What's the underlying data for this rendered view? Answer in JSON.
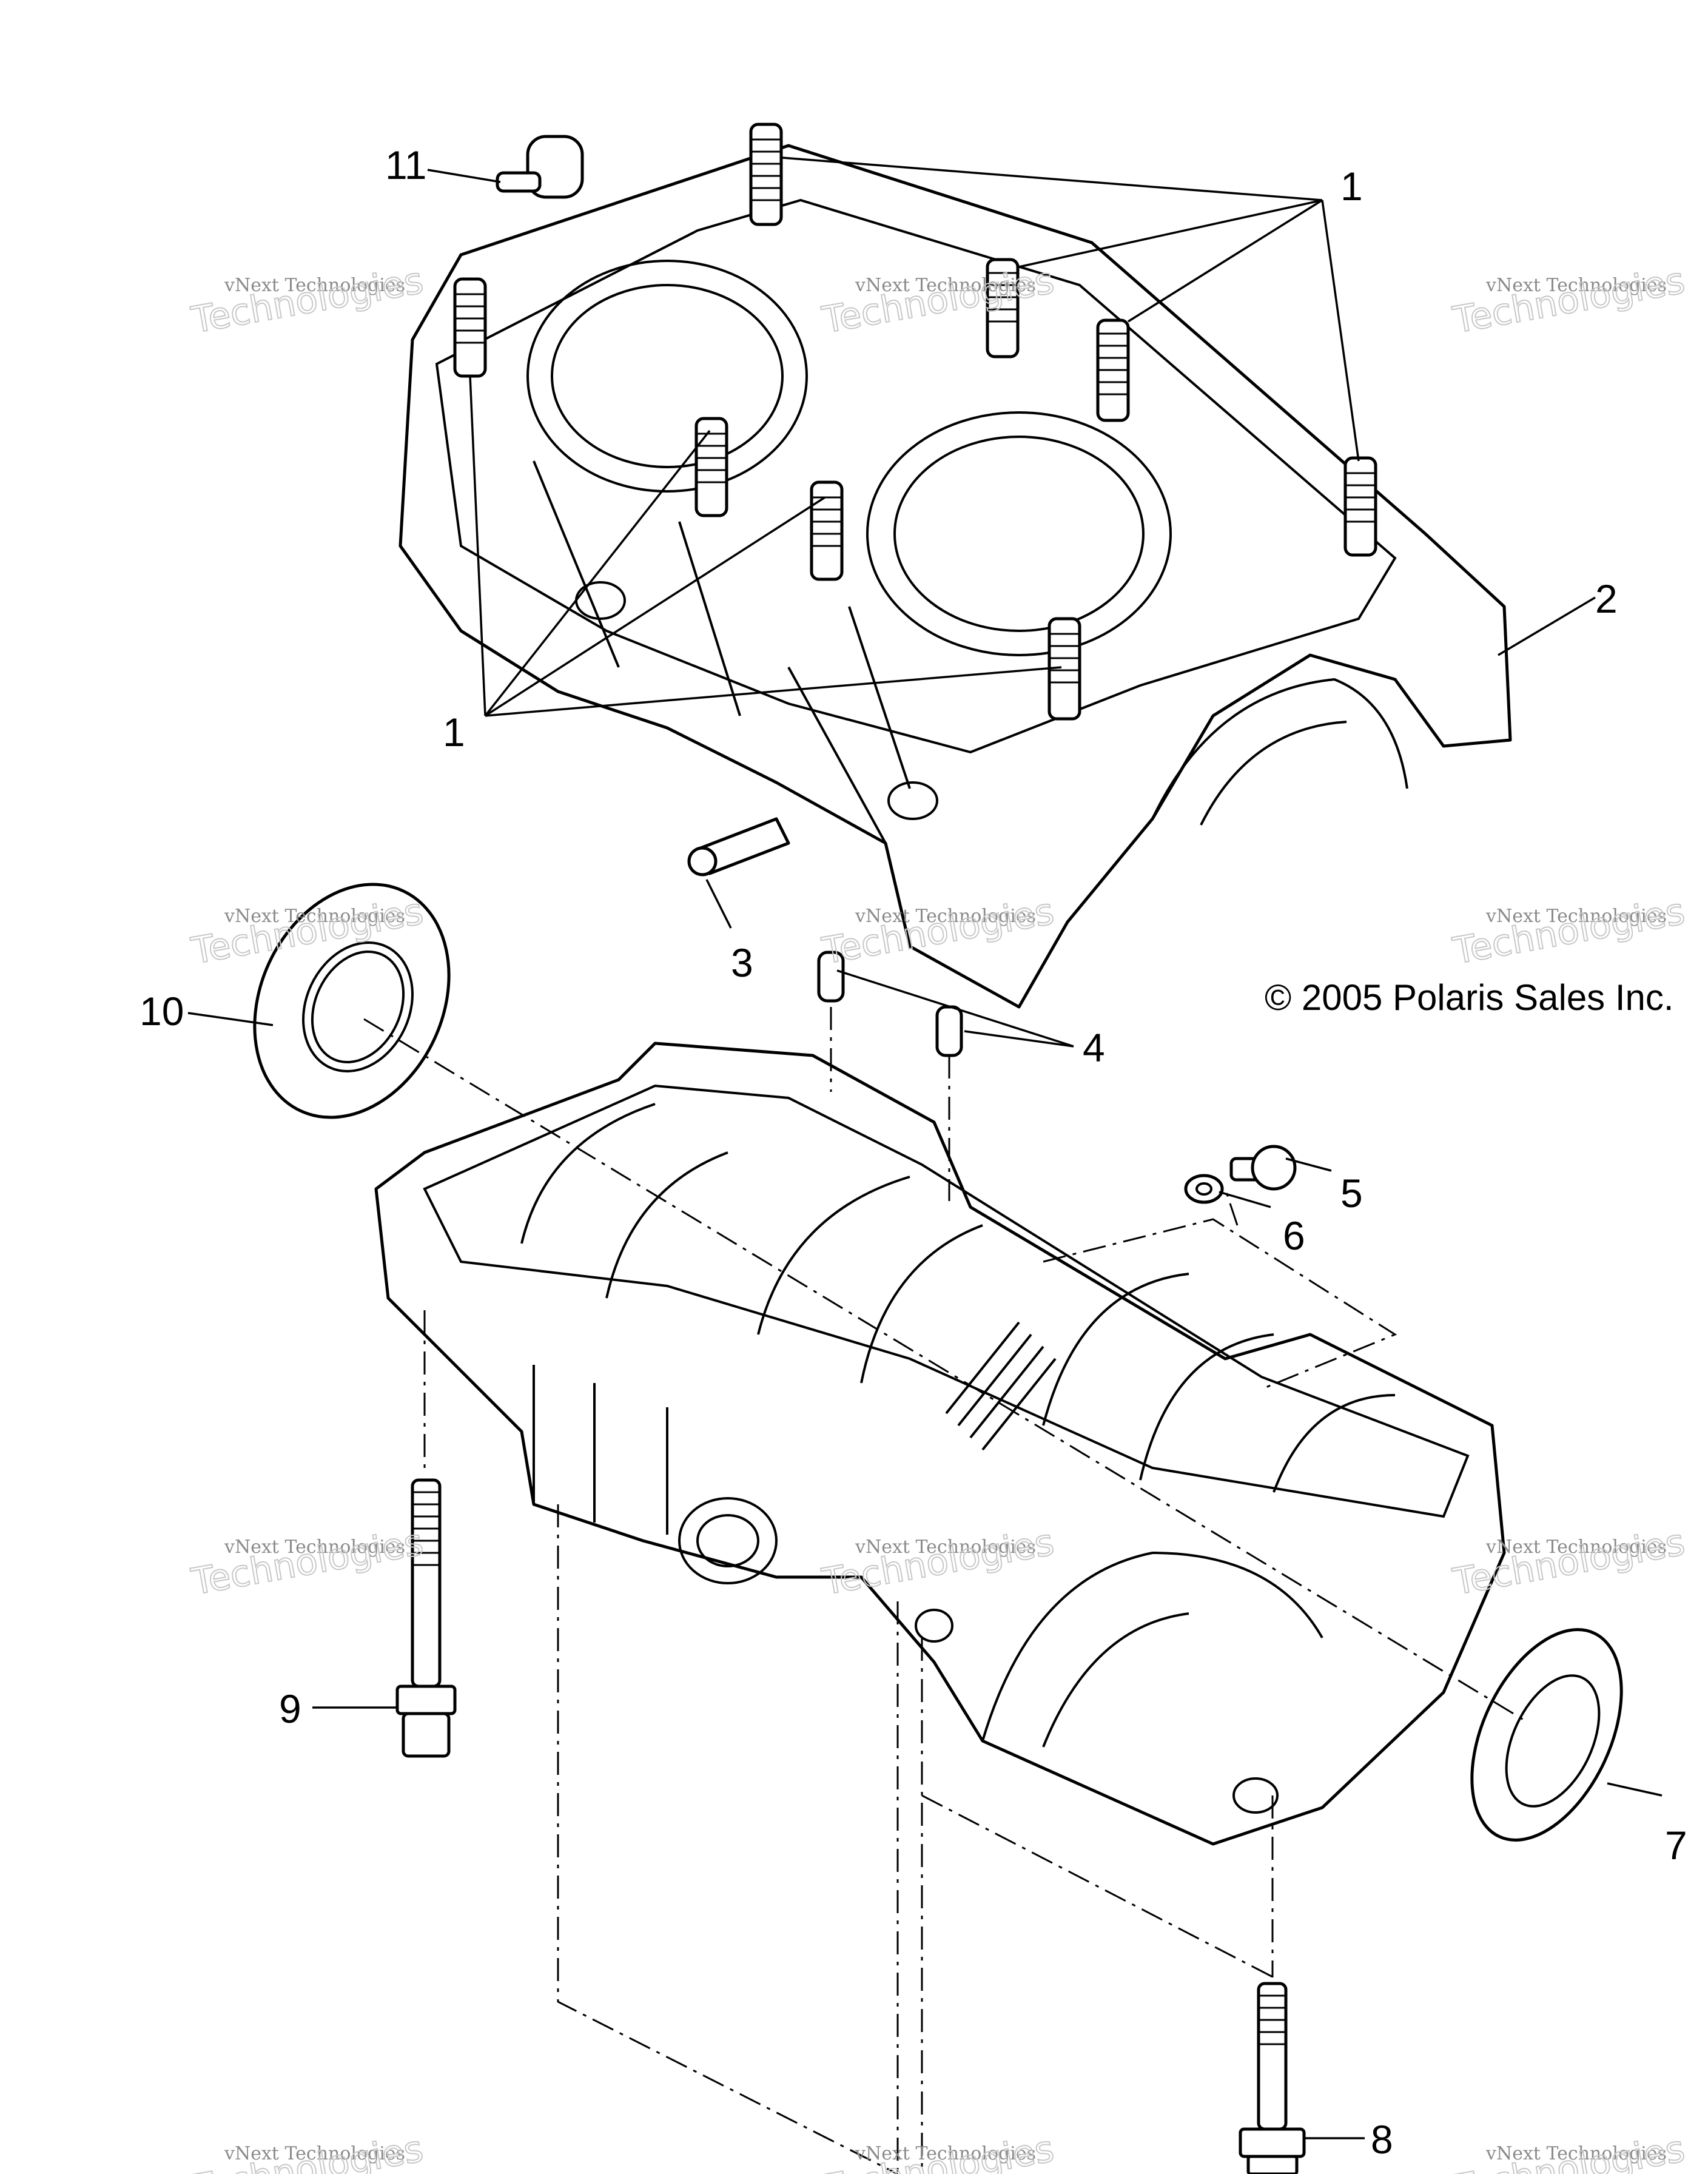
{
  "diagram": {
    "copyright": "© 2005 Polaris Sales Inc.",
    "watermark": {
      "line1": "vNext Technologies",
      "line2": "Technologies"
    },
    "callouts": [
      "1",
      "1",
      "2",
      "3",
      "4",
      "5",
      "6",
      "7",
      "8",
      "9",
      "10",
      "11"
    ]
  }
}
